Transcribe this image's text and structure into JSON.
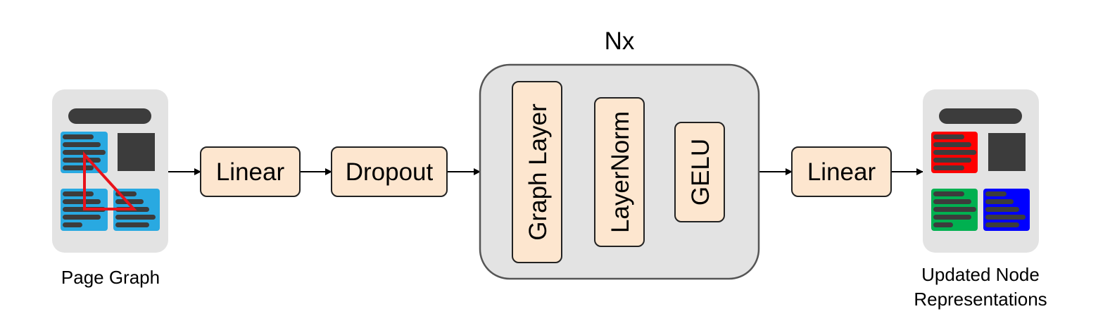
{
  "colors": {
    "page_bg": "#e3e3e3",
    "block_fill": "#fde6cf",
    "loop_fill": "#e3e3e3",
    "stroke": "#222222",
    "text_line": "#3c3c3c",
    "node_blue": "#29a9e1",
    "node_red": "#ff0000",
    "node_green": "#00b050",
    "node_dark_blue": "#0000ff",
    "edge_red": "#e8121a",
    "image_box": "#3c3c3c"
  },
  "input": {
    "caption": "Page Graph"
  },
  "output": {
    "caption_line1": "Updated Node",
    "caption_line2": "Representations"
  },
  "blocks": {
    "linear_in": "Linear",
    "dropout": "Dropout",
    "linear_out": "Linear"
  },
  "loop": {
    "label": "Nx",
    "layers": [
      "Graph Layer",
      "LayerNorm",
      "GELU"
    ]
  }
}
